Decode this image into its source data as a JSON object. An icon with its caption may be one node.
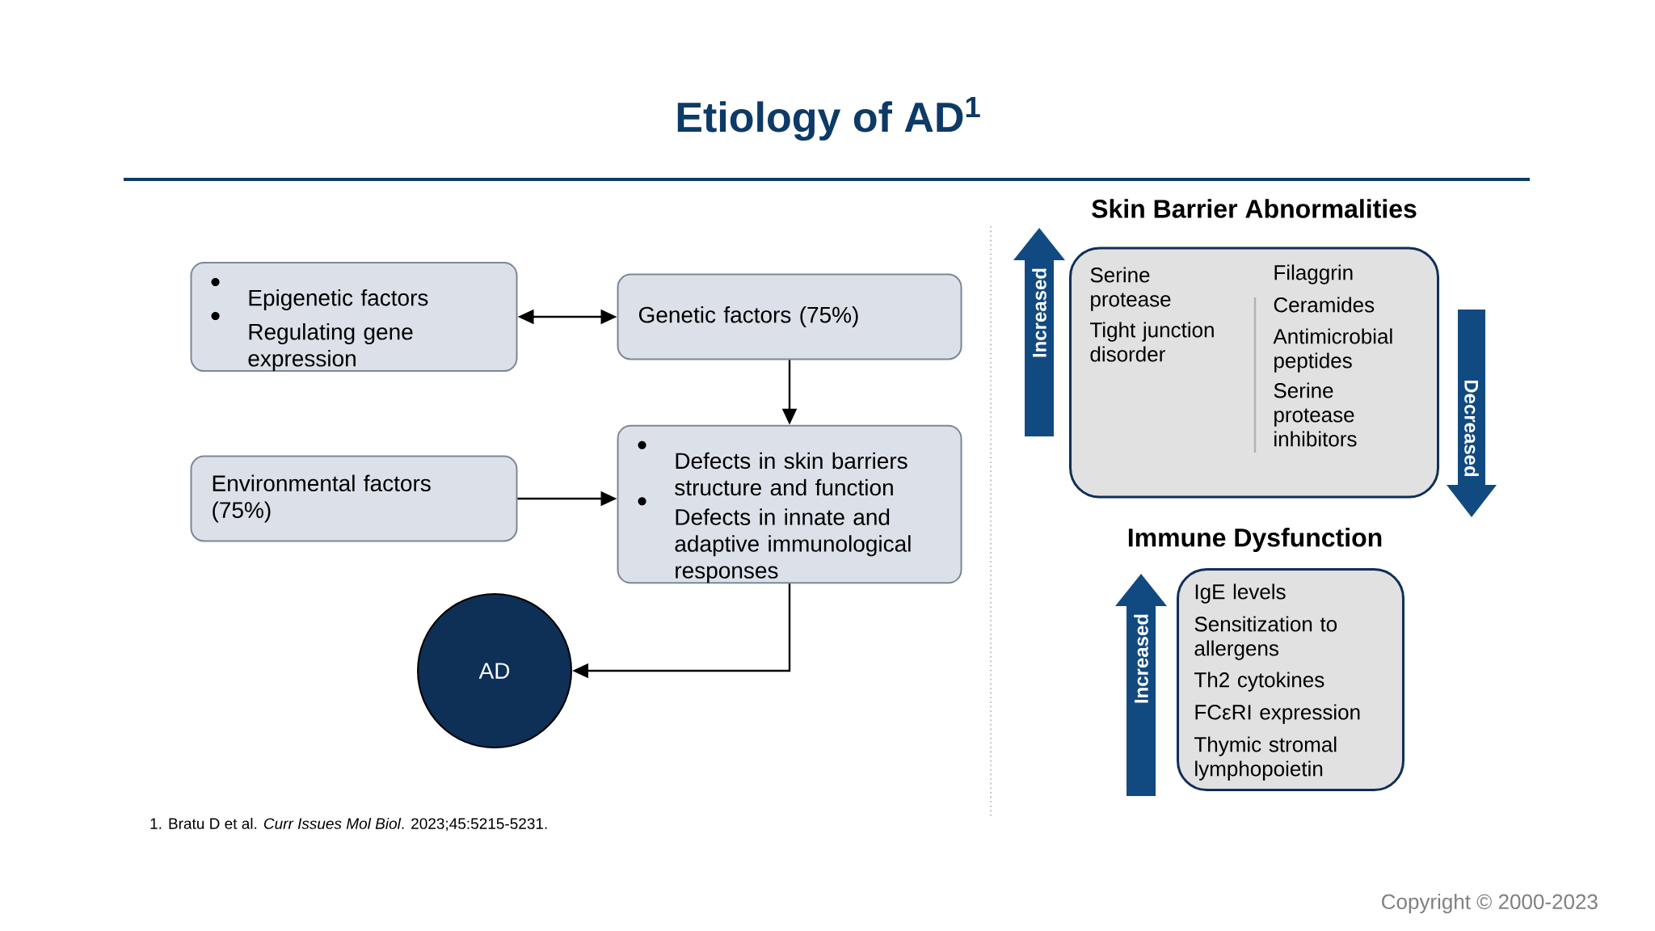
{
  "diagram": {
    "title": "Etiology of AD$^{1}$",
    "nodes": [
      {
        "text": [
          "Epigenetic factors",
          "Regulating gene expression"
        ]
      },
      {
        "text": [
          "Genetic factors (75%)"
        ]
      },
      {
        "text": [
          "Environmental factors (75%)"
        ]
      },
      {
        "text": [
          "Defects in skin barriers structure and function",
          "Defects in innate and adaptive immunological responses"
        ]
      },
      {
        "text": [
          "AD"
        ]
      },
      {
        "text": [
          "Skin Barrier Abnormalities",
          "Serine protease",
          "Tight junction disorder",
          "Filaggrin",
          "Ceramides",
          "Antimicrobial peptides",
          "Serine protease inhibitors"
        ]
      },
      {
        "text": [
          "Immune Dysfunction",
          "IgE levels",
          "Sensitization to allergens",
          "Th2 cytokines",
          "FCεRI expression",
          "Thymic stromal lymphopoietin"
        ]
      }
    ],
    "edges": [
      {
        "from": 0,
        "to": 1,
        "arrow": "both"
      },
      {
        "from": 1,
        "to": 3,
        "arrow": "to"
      },
      {
        "from": 2,
        "to": 3,
        "arrow": "to"
      },
      {
        "from": 3,
        "to": 4,
        "arrow": "to"
      }
    ],
    "labels": [
      "Increased",
      "Decreased",
      "Increased",
      "1. Bratu D et al. *Curr Issues Mol Biol*. 2023;45:5215-5231.",
      "Copyright © 2000-2023"
    ]
  }
}
